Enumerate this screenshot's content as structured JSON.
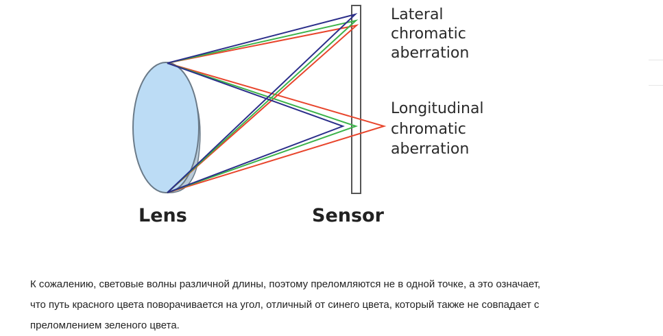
{
  "diagram": {
    "lateral_label": [
      "Lateral",
      "chromatic",
      "aberration"
    ],
    "longitudinal_label": [
      "Longitudinal",
      "chromatic",
      "aberration"
    ],
    "lens_label": "Lens",
    "sensor_label": "Sensor",
    "colors": {
      "red_ray": "#e8452c",
      "green_ray": "#3cb34a",
      "blue_ray": "#2b2e8a",
      "lens_fill": "#bcdcf5",
      "lens_stroke": "#6a7a88",
      "sensor_stroke": "#555555"
    }
  },
  "paragraph": {
    "lines": [
      "К сожалению, световые волны различной длины, поэтому преломляются не в одной точке, а это означает,",
      "что путь красного цвета поворачивается на угол, отличный от синего цвета, который также не совпадает с",
      "преломлением зеленого цвета."
    ]
  }
}
